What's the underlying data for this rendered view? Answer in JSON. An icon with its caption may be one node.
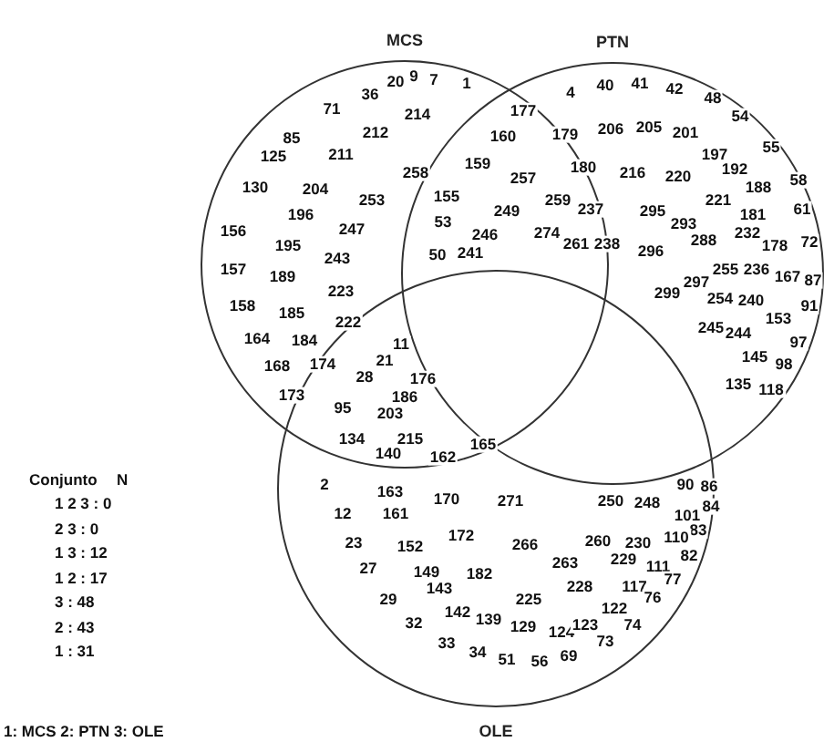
{
  "diagram": {
    "nodes": [
      {
        "text": [
          "MCS"
        ]
      },
      {
        "text": [
          "PTN"
        ]
      },
      {
        "text": [
          "OLE"
        ]
      }
    ],
    "labels": [
      "20",
      "9",
      "7",
      "1",
      "36",
      "71",
      "214",
      "85",
      "125",
      "212",
      "211",
      "258",
      "130",
      "204",
      "253",
      "196",
      "156",
      "247",
      "195",
      "243",
      "157",
      "189",
      "223",
      "158",
      "185",
      "222",
      "164",
      "184",
      "168",
      "174",
      "173",
      "177",
      "160",
      "179",
      "159",
      "257",
      "180",
      "155",
      "249",
      "259",
      "237",
      "53",
      "246",
      "274",
      "261",
      "238",
      "50",
      "241",
      "4",
      "40",
      "41",
      "42",
      "48",
      "54",
      "206",
      "205",
      "201",
      "216",
      "220",
      "197",
      "55",
      "192",
      "188",
      "58",
      "221",
      "295",
      "293",
      "181",
      "61",
      "288",
      "232",
      "178",
      "72",
      "296",
      "255",
      "236",
      "167",
      "87",
      "299",
      "297",
      "254",
      "240",
      "91",
      "153",
      "245",
      "244",
      "97",
      "145",
      "98",
      "135",
      "118",
      "11",
      "21",
      "28",
      "176",
      "186",
      "95",
      "203",
      "134",
      "215",
      "140",
      "162",
      "165",
      "2",
      "163",
      "170",
      "271",
      "250",
      "248",
      "90",
      "86",
      "12",
      "161",
      "84",
      "101",
      "83",
      "23",
      "152",
      "172",
      "266",
      "260",
      "230",
      "110",
      "82",
      "27",
      "149",
      "182",
      "263",
      "229",
      "111",
      "77",
      "143",
      "29",
      "225",
      "228",
      "117",
      "76",
      "32",
      "142",
      "139",
      "129",
      "124",
      "123",
      "122",
      "74",
      "33",
      "34",
      "51",
      "56",
      "69",
      "73",
      "Conjunto",
      "N",
      "1 2 3 : 0",
      "2 3 : 0",
      "1 3 : 12",
      "1 2 : 17",
      "3 : 48",
      "2 : 43",
      "1 : 31",
      "1: MCS 2: PTN 3: OLE"
    ]
  }
}
